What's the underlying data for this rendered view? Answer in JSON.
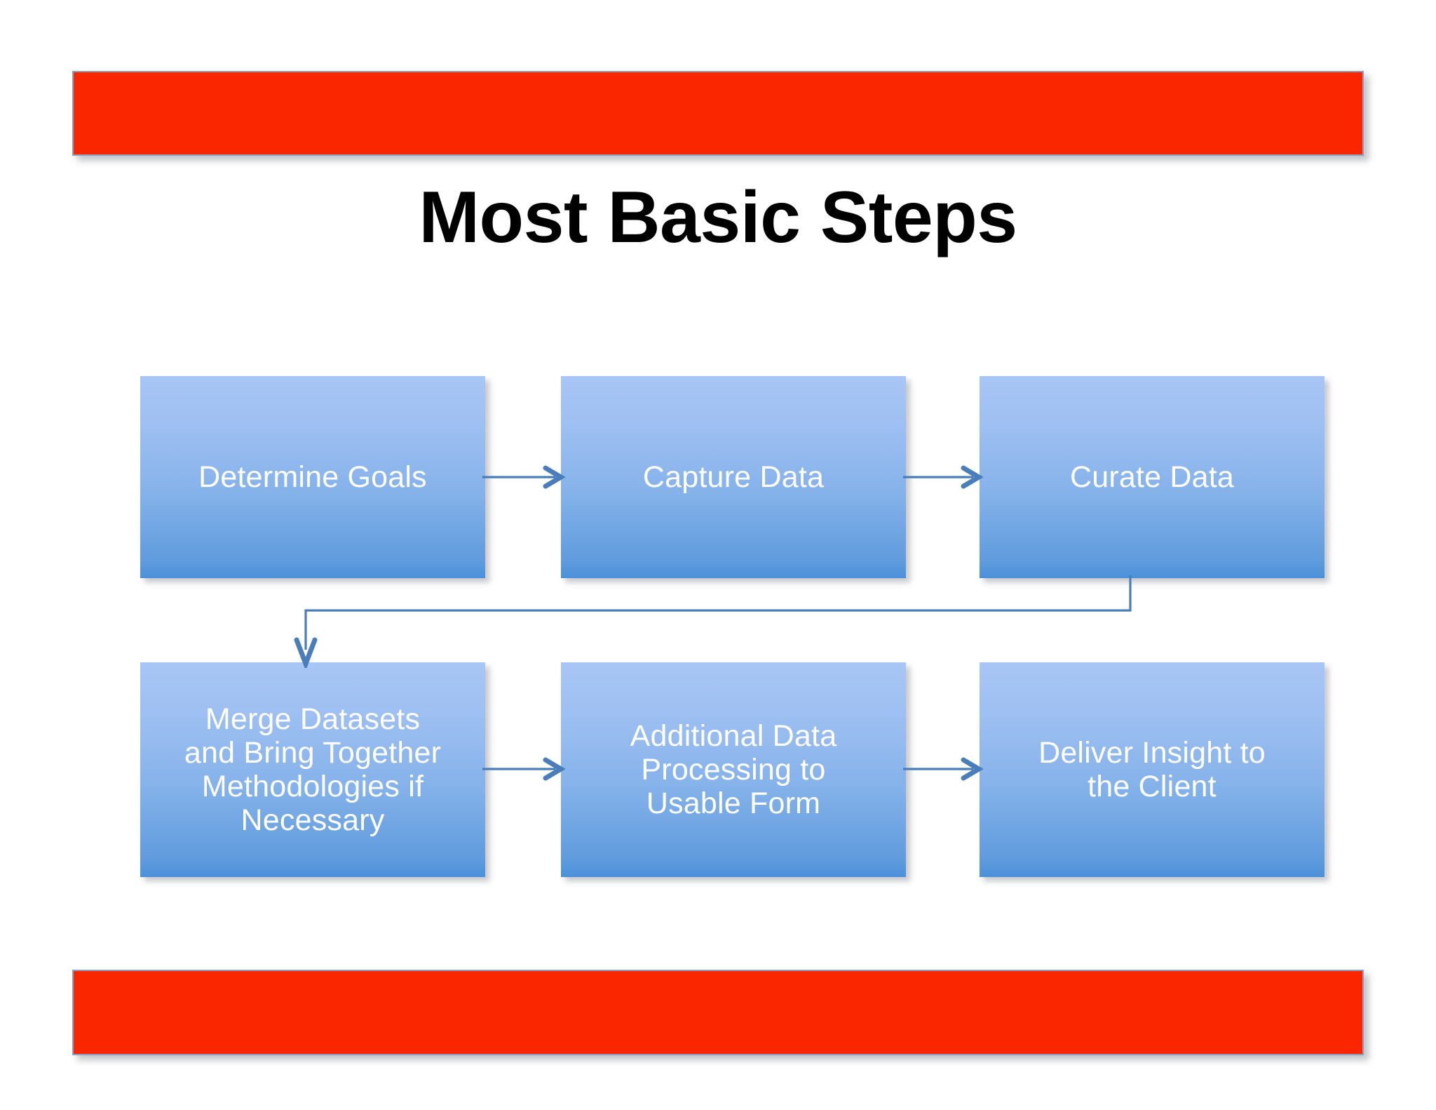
{
  "slide": {
    "title": "Most Basic Steps",
    "background_color": "#FFFFFF",
    "banner_color": "#FA2600",
    "banner_border_color": "#8CA0BE",
    "box_gradient_top": "#A8C6F5",
    "box_gradient_bottom": "#4A90D9",
    "box_text_color": "#FFFFFF",
    "connector_color": "#4A7EBB"
  },
  "banners": {
    "top_label": "",
    "bottom_label": ""
  },
  "chart_data": {
    "type": "diagram",
    "title": "Most Basic Steps",
    "layout": "two-row flowchart, left-to-right, serpentine",
    "nodes": [
      {
        "id": "determine-goals",
        "label": "Determine Goals",
        "row": 1,
        "column": 1
      },
      {
        "id": "capture-data",
        "label": "Capture Data",
        "row": 1,
        "column": 2
      },
      {
        "id": "curate-data",
        "label": "Curate Data",
        "row": 1,
        "column": 3
      },
      {
        "id": "merge-datasets",
        "label": "Merge Datasets\nand Bring Together\nMethodologies if\nNecessary",
        "row": 2,
        "column": 1
      },
      {
        "id": "additional-processing",
        "label": "Additional Data\nProcessing to\nUsable Form",
        "row": 2,
        "column": 2
      },
      {
        "id": "deliver-insight",
        "label": "Deliver Insight to\nthe Client",
        "row": 2,
        "column": 3
      }
    ],
    "edges": [
      {
        "from": "determine-goals",
        "to": "capture-data",
        "style": "straight-arrow",
        "direction": "right"
      },
      {
        "from": "capture-data",
        "to": "curate-data",
        "style": "straight-arrow",
        "direction": "right"
      },
      {
        "from": "curate-data",
        "to": "merge-datasets",
        "style": "elbow-arrow",
        "direction": "down-left-down"
      },
      {
        "from": "merge-datasets",
        "to": "additional-processing",
        "style": "straight-arrow",
        "direction": "right"
      },
      {
        "from": "additional-processing",
        "to": "deliver-insight",
        "style": "straight-arrow",
        "direction": "right"
      }
    ]
  }
}
